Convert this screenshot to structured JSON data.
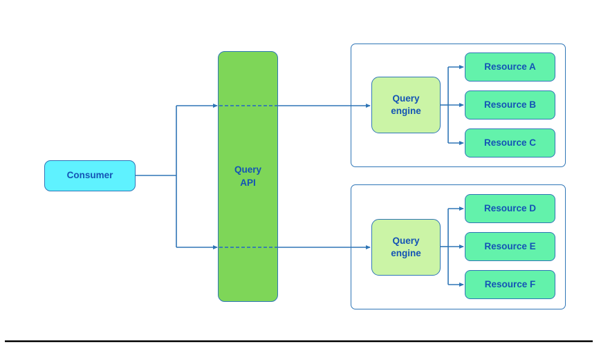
{
  "diagram": {
    "consumer": {
      "label": "Consumer"
    },
    "query_api": {
      "line1": "Query",
      "line2": "API"
    },
    "clusters": [
      {
        "engine": {
          "line1": "Query",
          "line2": "engine"
        },
        "resources": [
          "Resource A",
          "Resource B",
          "Resource C"
        ]
      },
      {
        "engine": {
          "line1": "Query",
          "line2": "engine"
        },
        "resources": [
          "Resource D",
          "Resource E",
          "Resource F"
        ]
      }
    ],
    "colors": {
      "consumer_fill": "#5ff2ff",
      "api_fill": "#7ed658",
      "engine_fill": "#cbf4a6",
      "resource_fill": "#63f2ab",
      "stroke_blue": "#2e75b6",
      "text_blue": "#1453b5",
      "baseline_black": "#000000"
    }
  }
}
